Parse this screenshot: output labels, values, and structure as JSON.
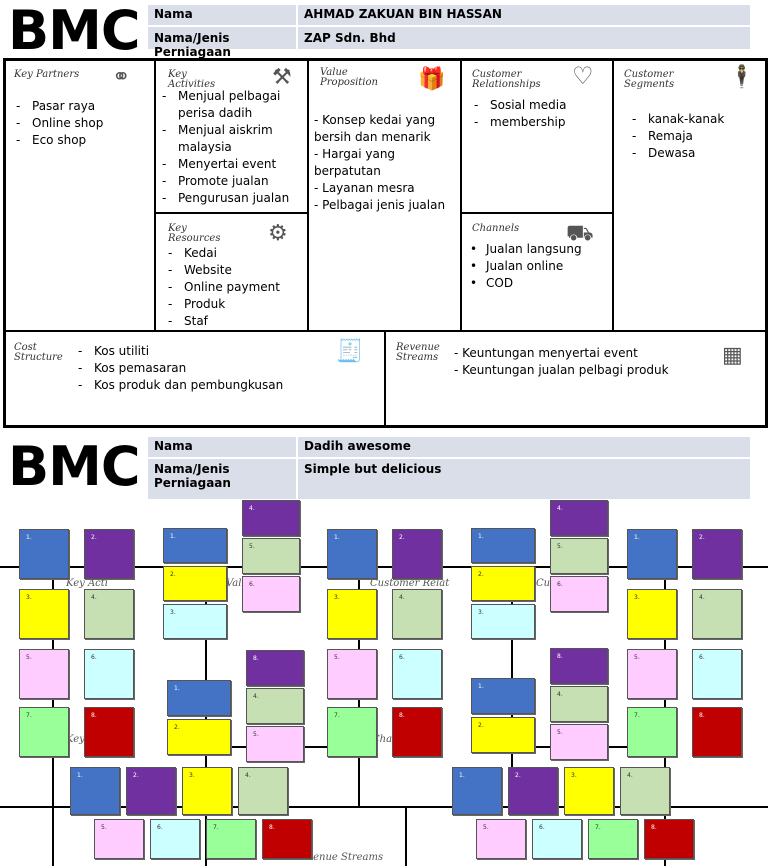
{
  "top": {
    "logo": "BMC",
    "header": [
      {
        "label": "Nama",
        "value": "AHMAD ZAKUAN BIN HASSAN"
      },
      {
        "label": "Nama/Jenis Perniagaan",
        "value": "ZAP Sdn. Bhd"
      }
    ],
    "key_partners": {
      "title": "Key Partners",
      "items": [
        "Pasar raya",
        "Online shop",
        "Eco shop"
      ]
    },
    "key_activities": {
      "title": "Key Activities",
      "items": [
        "Menjual pelbagai perisa dadih",
        "Menjual aiskrim malaysia",
        "Menyertai event",
        "Promote jualan",
        "Pengurusan jualan"
      ]
    },
    "key_resources": {
      "title": "Key Resources",
      "items": [
        "Kedai",
        "Website",
        "Online payment",
        "Produk",
        "Staf"
      ]
    },
    "value_proposition": {
      "title": "Value Proposition",
      "items": [
        "- Konsep kedai yang bersih dan menarik",
        "- Hargai yang berpatutan",
        "- Layanan mesra",
        "- Pelbagai jenis jualan"
      ]
    },
    "customer_relationships": {
      "title": "Customer Relationships",
      "items": [
        "Sosial media",
        "membership"
      ]
    },
    "channels": {
      "title": "Channels",
      "items": [
        "Jualan langsung",
        "Jualan online",
        "COD"
      ]
    },
    "customer_segments": {
      "title": "Customer Segments",
      "items": [
        "kanak-kanak",
        "Remaja",
        "Dewasa"
      ]
    },
    "cost_structure": {
      "title": "Cost Structure",
      "items": [
        "Kos utiliti",
        "Kos pemasaran",
        "Kos produk dan pembungkusan"
      ]
    },
    "revenue_streams": {
      "title": "Revenue Streams",
      "items": [
        "- Keuntungan menyertai event",
        "- Keuntungan jualan pelbagi produk"
      ]
    }
  },
  "bottom": {
    "logo": "BMC",
    "header": [
      {
        "label": "Nama",
        "value": "Dadih awesome"
      },
      {
        "label": "Nama/Jenis Perniagaan",
        "value": "Simple but delicious"
      }
    ],
    "faded_labels": {
      "key_activities": "Key Acti",
      "key_resources": "Key Res",
      "value_prop": "Valu Prop",
      "customer_rel": "Customer Relat",
      "customer_seg": "Cust Segm",
      "channels": "Cha",
      "revenue": "Revenue Streams"
    },
    "note_colors": {
      "blue": "#4472c4",
      "purple": "#7030a0",
      "yellow": "#ffff00",
      "green_light": "#c6e0b4",
      "pink": "#ffccff",
      "cyan": "#ccffff",
      "green": "#99ff99",
      "red": "#c00000"
    },
    "notes": [
      "1.",
      "2.",
      "3.",
      "4.",
      "5.",
      "6.",
      "7.",
      "8."
    ]
  }
}
